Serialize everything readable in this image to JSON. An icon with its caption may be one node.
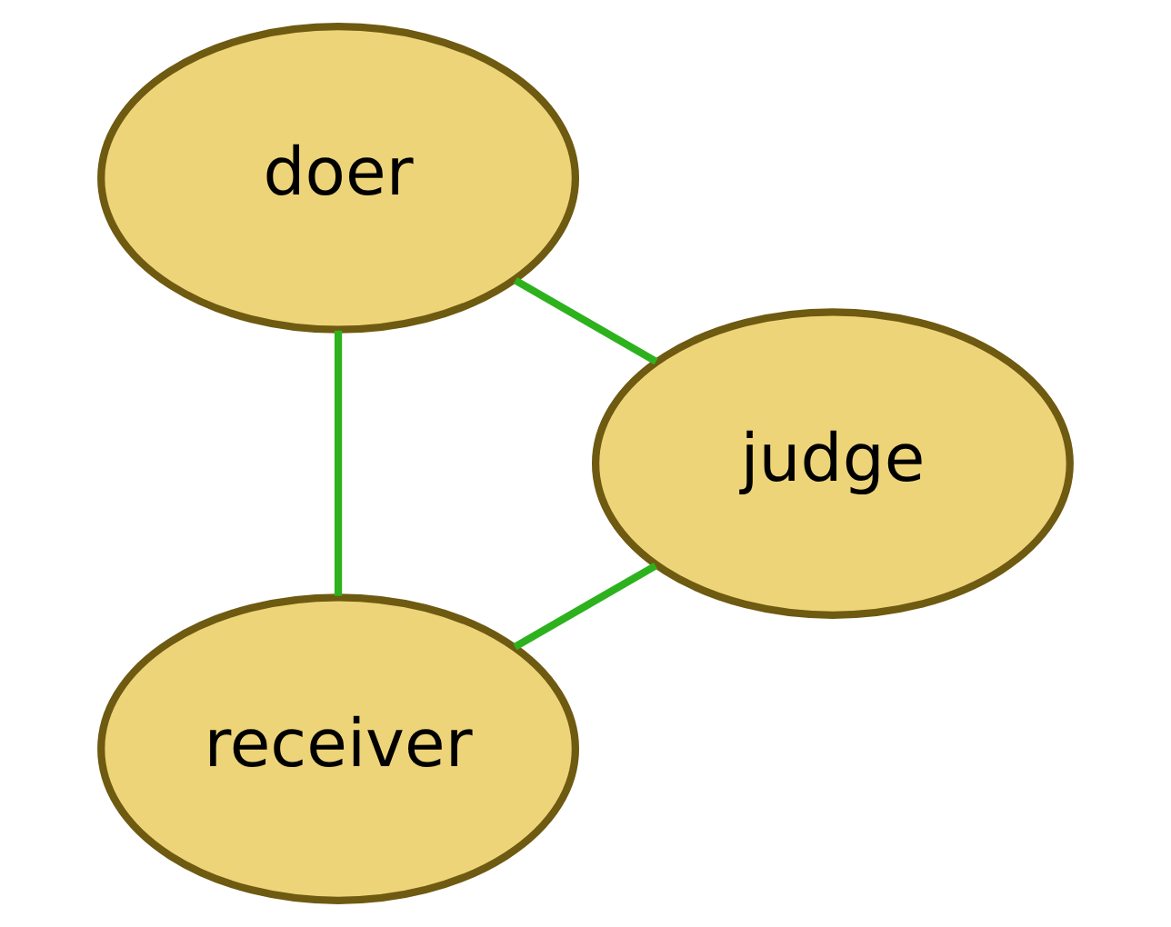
{
  "diagram": {
    "nodes": [
      {
        "text": [
          "receiver"
        ]
      },
      {
        "text": [
          "doer"
        ]
      },
      {
        "text": [
          "judge"
        ]
      }
    ],
    "edges": [
      {
        "from": 0,
        "to": 1,
        "arrow": "none"
      },
      {
        "from": 1,
        "to": 2,
        "arrow": "none"
      },
      {
        "from": 2,
        "to": 0,
        "arrow": "none"
      }
    ]
  }
}
